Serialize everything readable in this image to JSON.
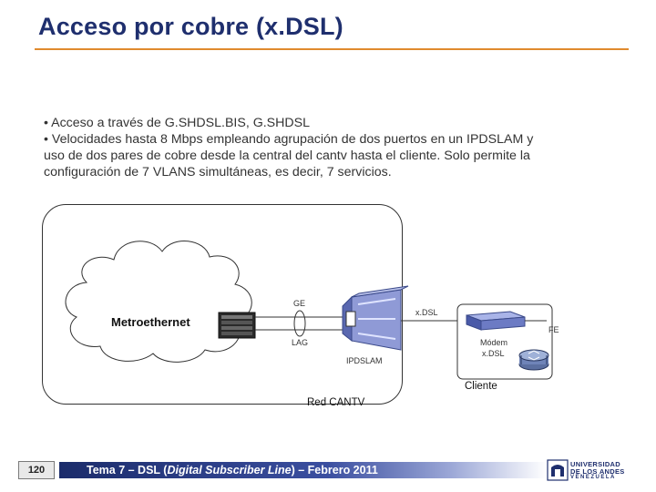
{
  "slide": {
    "title": "Acceso por cobre (x.DSL)",
    "bullet_1": "• Acceso a través de G.SHDSL.BIS, G.SHDSL",
    "bullet_2": "• Velocidades hasta 8 Mbps empleando agrupación de dos puertos en un IPDSLAM y uso de dos pares de cobre desde la central del cantv hasta el cliente. Solo permite la configuración de 7 VLANS simultáneas, es decir, 7 servicios."
  },
  "diagram": {
    "cloud_label": "Metroethernet",
    "ge_label": "GE",
    "lag_label": "LAG",
    "ipdslam_label": "IPDSLAM",
    "xdsl_label": "x.DSL",
    "fe_label": "FE",
    "modem_label_1": "Módem",
    "modem_label_2": "x.DSL",
    "cliente_label": "Cliente",
    "network_label": "Red CANTV"
  },
  "footer": {
    "page_number": "120",
    "text_prefix": "Tema 7 – DSL (",
    "text_italic": "Digital Subscriber Line",
    "text_suffix": ") – Febrero 2011",
    "logo_line_1": "UNIVERSIDAD",
    "logo_line_2": "DE LOS ANDES",
    "logo_line_3": "VENEZUELA"
  },
  "colors": {
    "title": "#1f2f6e",
    "title_rule": "#e08a2e",
    "footer_bar": "#1b2c6b"
  }
}
